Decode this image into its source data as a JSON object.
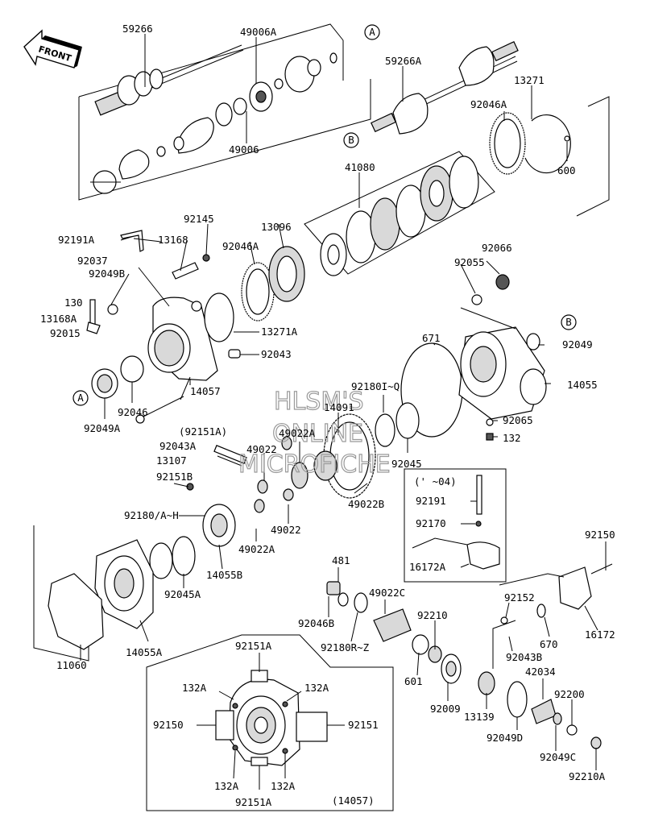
{
  "front_arrow_label": "FRONT",
  "watermark": [
    "HLSM'S",
    "ONLINE",
    "MICROFICHE"
  ],
  "inset_engine_years": "(' ~04)",
  "inset_part_ref": "(14057)",
  "callouts": {
    "A_top": "A",
    "A_left": "A",
    "B_left": "B",
    "B_right": "B"
  },
  "labels": {
    "p59266": "59266",
    "p49006A": "49006A",
    "p49006": "49006",
    "p59266A": "59266A",
    "p13271": "13271",
    "p92046A_top": "92046A",
    "p600": "600",
    "p41080": "41080",
    "p92145": "92145",
    "p92191A": "92191A",
    "p13168": "13168",
    "p92037": "92037",
    "p92049B": "92049B",
    "p92046A_mid": "92046A",
    "p13096": "13096",
    "p130": "130",
    "p13168A": "13168A",
    "p92015": "92015",
    "p13271A": "13271A",
    "p92043": "92043",
    "p92066": "92066",
    "p92055": "92055",
    "p92049": "92049",
    "p671": "671",
    "p14055": "14055",
    "p92046": "92046",
    "p14057": "14057",
    "p92049A": "92049A",
    "p92151A_paren": "(92151A)",
    "p92180IQ": "92180I~Q",
    "p14091": "14091",
    "p92065": "92065",
    "p132": "132",
    "p92043A": "92043A",
    "p49022A_top": "49022A",
    "p49022_top": "49022",
    "p13107": "13107",
    "p92045": "92045",
    "p92151B": "92151B",
    "p49022B": "49022B",
    "p92191": "92191",
    "p92180AH": "92180/A~H",
    "p49022_mid": "49022",
    "p92170": "92170",
    "p49022A_mid": "49022A",
    "p14055B": "14055B",
    "p16172A": "16172A",
    "p92150_right": "92150",
    "p92045A": "92045A",
    "p481": "481",
    "p49022C": "49022C",
    "p92046B": "92046B",
    "p92152": "92152",
    "p670": "670",
    "p16172": "16172",
    "p92180RZ": "92180R~Z",
    "p92210": "92210",
    "p92043B": "92043B",
    "p42034": "42034",
    "p14055A": "14055A",
    "p11060": "11060",
    "p601": "601",
    "p92009": "92009",
    "p13139": "13139",
    "p92200": "92200",
    "p92049D": "92049D",
    "p92049C": "92049C",
    "p92210A": "92210A",
    "i92151A_top": "92151A",
    "i132A_tl": "132A",
    "i132A_tr": "132A",
    "i92150": "92150",
    "i92151": "92151",
    "i132A_bl": "132A",
    "i132A_br": "132A",
    "i92151A_bottom": "92151A"
  }
}
